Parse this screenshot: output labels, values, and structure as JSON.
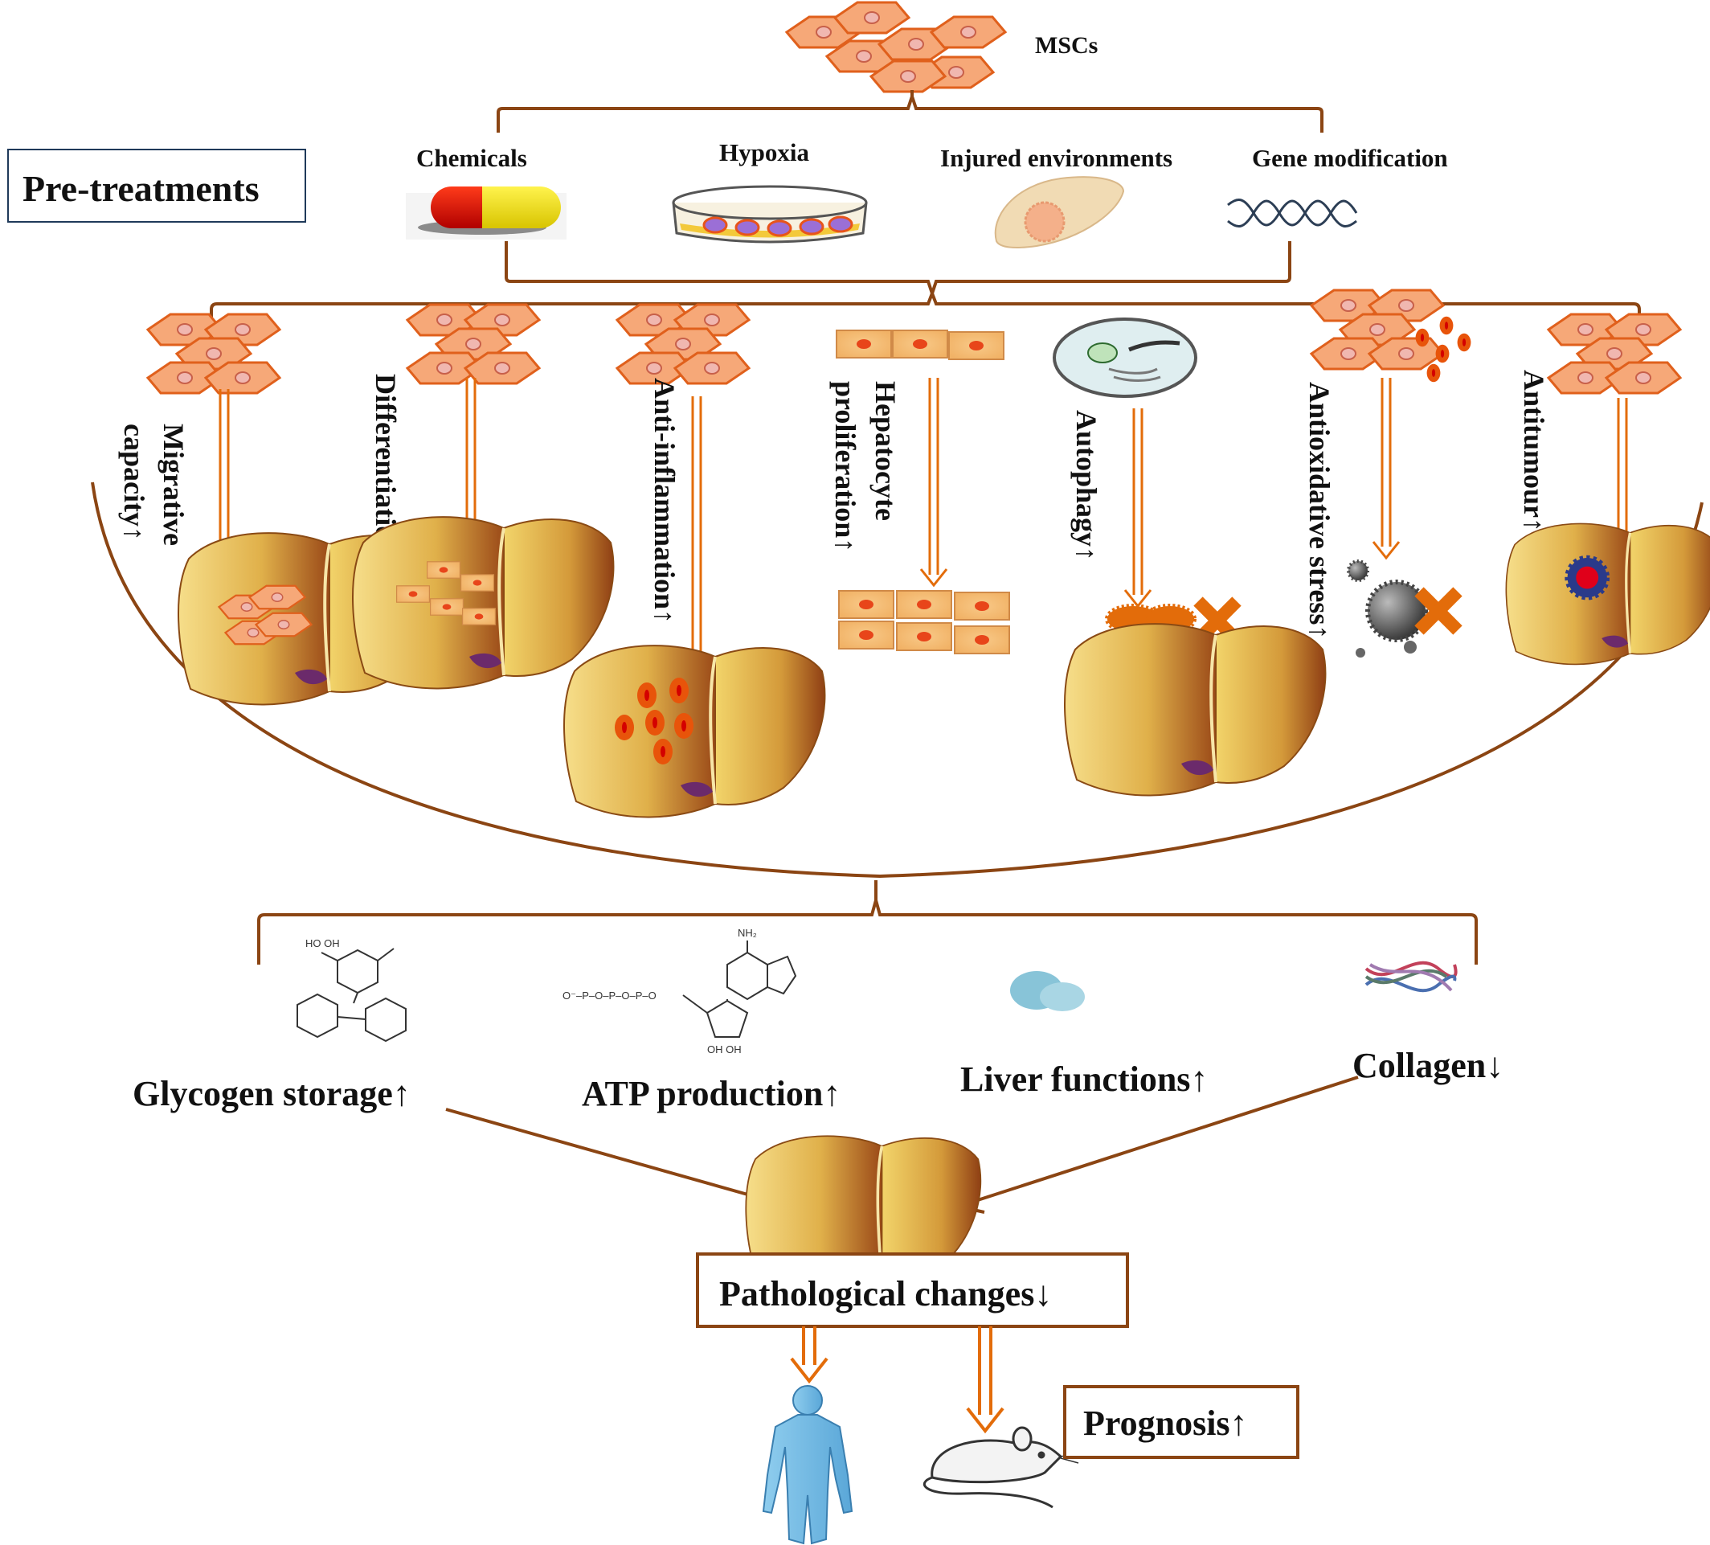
{
  "top": {
    "source_label": "MSCs",
    "pretreatment_title": "Pre-treatments",
    "pretreatments": [
      "Chemicals",
      "Hypoxia",
      "Injured environments",
      "Gene modification"
    ]
  },
  "mechanisms": [
    {
      "lines": [
        "Migrative",
        "capacity↑"
      ]
    },
    {
      "lines": [
        "Differentiation↑"
      ]
    },
    {
      "lines": [
        "Anti-inflammation↑"
      ]
    },
    {
      "lines": [
        "Hepatocyte",
        "proliferation↑"
      ]
    },
    {
      "lines": [
        "Autophagy↑"
      ]
    },
    {
      "lines": [
        "Antioxidative stress↑"
      ]
    },
    {
      "lines": [
        "Antitumour↑"
      ]
    }
  ],
  "outcomes": [
    "Glycogen storage↑",
    "ATP production↑",
    "Liver functions↑",
    "Collagen↓"
  ],
  "molecule_labels": {
    "atp_amine": "NH₂",
    "atp_oh": "OH OH",
    "atp_phosphate": "O⁻–P–O–P–O–P–O",
    "glycogen_oh": "HO OH"
  },
  "result_box": "Pathological changes↓",
  "prognosis_box": "Prognosis↑",
  "colors": {
    "bracket": "#8b4513",
    "arrow": "#e36c0a",
    "cell_fill": "#f6a878",
    "cell_stroke": "#e0601c",
    "liver_light": "#f3d77a",
    "liver_dark": "#9b4a18"
  }
}
